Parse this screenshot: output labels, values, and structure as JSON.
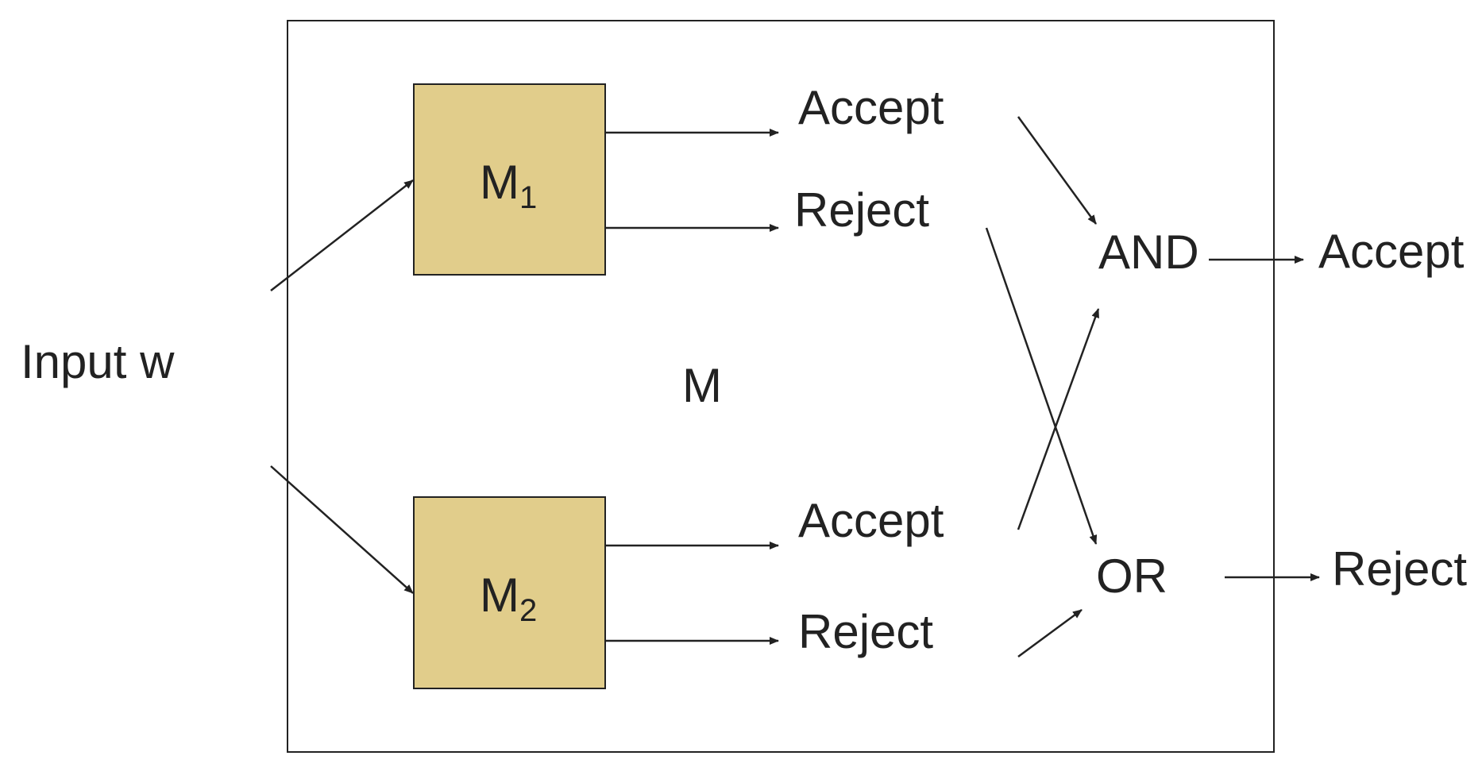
{
  "input_label": "Input w",
  "outer_machine": {
    "label": "M"
  },
  "machines": [
    {
      "name": "M",
      "sub": "1",
      "fill": "#E1CD8B"
    },
    {
      "name": "M",
      "sub": "2",
      "fill": "#E1CD8B"
    }
  ],
  "outputs": {
    "m1_accept": "Accept",
    "m1_reject": "Reject",
    "m2_accept": "Accept",
    "m2_reject": "Reject"
  },
  "gates": {
    "and": "AND",
    "or": "OR"
  },
  "final": {
    "accept": "Accept",
    "reject": "Reject"
  },
  "colors": {
    "stroke": "#222222",
    "box_fill": "#E1CD8B",
    "text": "#222222"
  }
}
